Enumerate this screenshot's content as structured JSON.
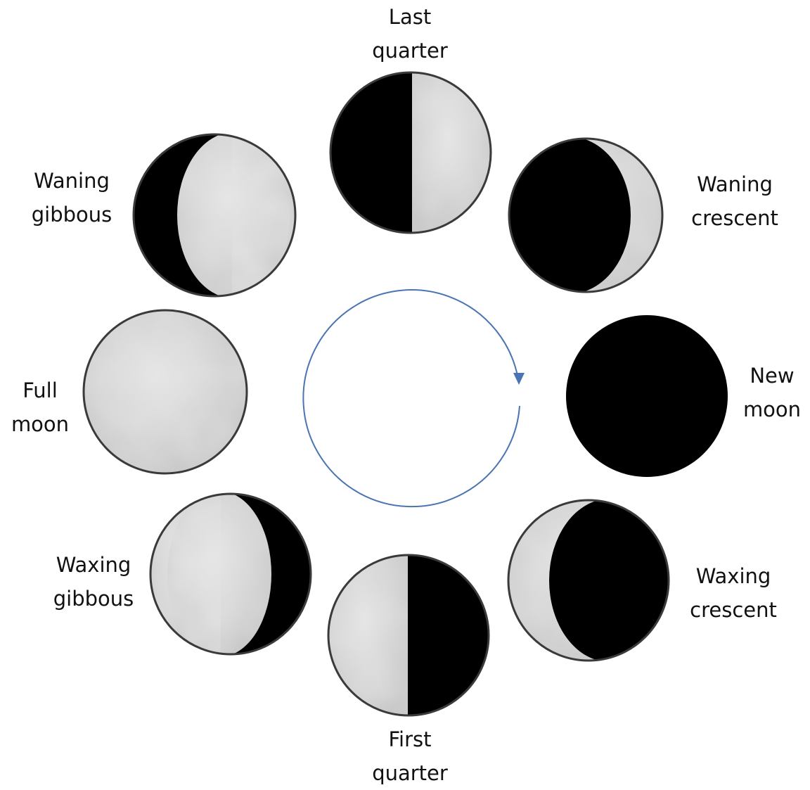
{
  "phases": {
    "last_quarter": {
      "line1": "Last",
      "line2": "quarter"
    },
    "waning_crescent": {
      "line1": "Waning",
      "line2": "crescent"
    },
    "new_moon": {
      "line1": "New",
      "line2": "moon"
    },
    "waxing_crescent": {
      "line1": "Waxing",
      "line2": "crescent"
    },
    "first_quarter": {
      "line1": "First",
      "line2": "quarter"
    },
    "waxing_gibbous": {
      "line1": "Waxing",
      "line2": "gibbous"
    },
    "full_moon": {
      "line1": "Full",
      "line2": "moon"
    },
    "waning_gibbous": {
      "line1": "Waning",
      "line2": "gibbous"
    }
  },
  "colors": {
    "shadow": "#000000",
    "lit": "#d6d6d6",
    "outline": "#3a3a3a",
    "cycle_arrow": "#4a74b4"
  }
}
